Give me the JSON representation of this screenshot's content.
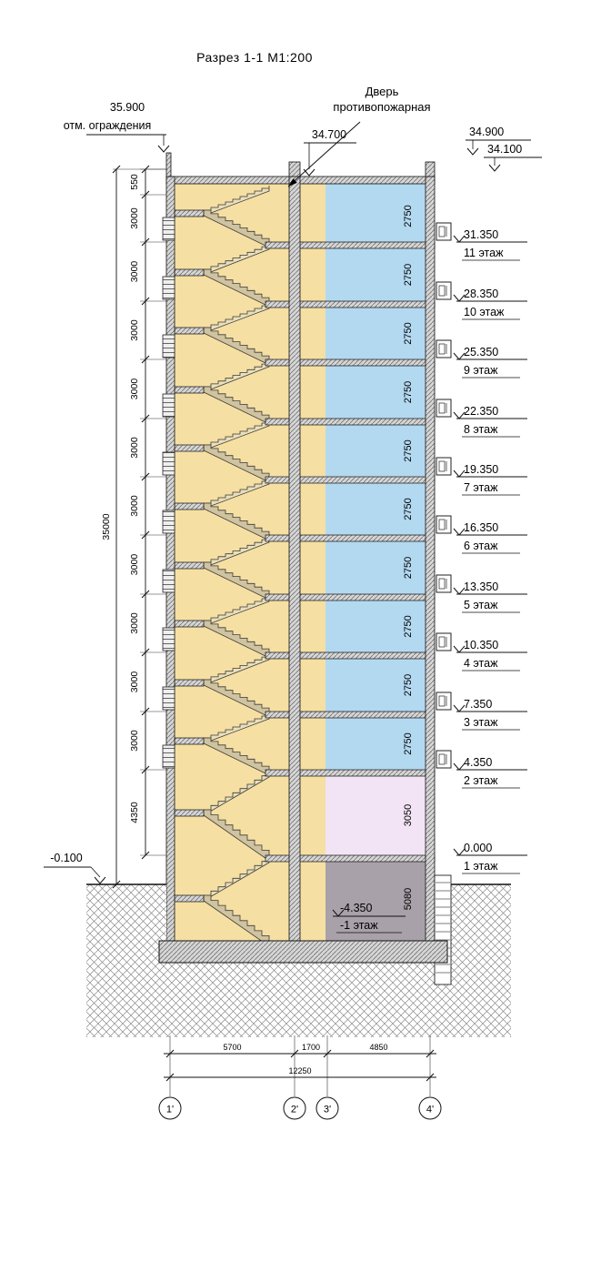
{
  "title": "Разрез 1-1  М1:200",
  "fire_door_note": {
    "line1": "Дверь",
    "line2": "противопожарная"
  },
  "elevations": {
    "parapet": "35.900",
    "parapet_caption": "отм. ограждения",
    "roof_left": "34.700",
    "roof_right_upper": "34.900",
    "roof_right_lower": "34.100",
    "ground_left": "-0.100"
  },
  "floors": [
    {
      "elev": "31.350",
      "label": "11 этаж"
    },
    {
      "elev": "28.350",
      "label": "10 этаж"
    },
    {
      "elev": "25.350",
      "label": "9 этаж"
    },
    {
      "elev": "22.350",
      "label": "8 этаж"
    },
    {
      "elev": "19.350",
      "label": "7 этаж"
    },
    {
      "elev": "16.350",
      "label": "6 этаж"
    },
    {
      "elev": "13.350",
      "label": "5 этаж"
    },
    {
      "elev": "10.350",
      "label": "4 этаж"
    },
    {
      "elev": "7.350",
      "label": "3 этаж"
    },
    {
      "elev": "4.350",
      "label": "2  этаж"
    },
    {
      "elev": "0.000",
      "label": "1  этаж"
    }
  ],
  "basement": {
    "elev": "-4.350",
    "label": "-1  этаж"
  },
  "left_dimensions": {
    "segments": [
      "550",
      "3000",
      "3000",
      "3000",
      "3000",
      "3000",
      "3000",
      "3000",
      "3000",
      "3000",
      "3000",
      "4350"
    ],
    "total": "35000"
  },
  "room_heights": {
    "upper": [
      "2750",
      "2750",
      "2750",
      "2750",
      "2750",
      "2750",
      "2750",
      "2750",
      "2750",
      "2750"
    ],
    "first_floor": "3050",
    "basement": "5080"
  },
  "bottom_dimensions": {
    "segments": [
      "5700",
      "1700",
      "4850"
    ],
    "total": "12250"
  },
  "axes": [
    "1'",
    "2'",
    "3'",
    "4'"
  ],
  "colors": {
    "stair": "#f6dfa2",
    "room": "#b3d9f1",
    "first": "#f2e3f5",
    "basement": "#a9a1a9",
    "wall": "#d6d6d6"
  }
}
